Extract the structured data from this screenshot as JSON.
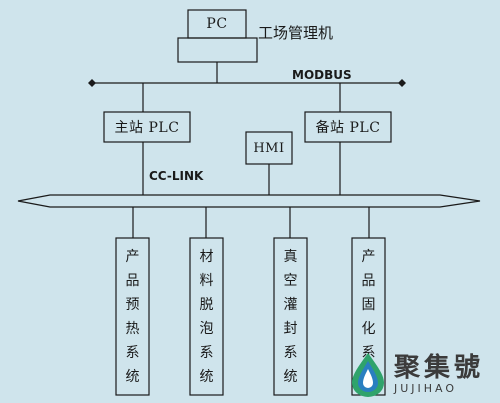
{
  "pc": {
    "label": "PC",
    "caption": "工场管理机"
  },
  "modbus": {
    "label": "MODBUS"
  },
  "master_plc": {
    "label": "主站 PLC"
  },
  "backup_plc": {
    "label": "备站 PLC"
  },
  "hmi": {
    "label": "HMI"
  },
  "cclink": {
    "label": "CC-LINK"
  },
  "subsystems": [
    {
      "label": "产品预热系统"
    },
    {
      "label": "材料脱泡系统"
    },
    {
      "label": "真空灌封系统"
    },
    {
      "label": "产品固化系统"
    }
  ],
  "watermark": {
    "cn": "聚集號",
    "en": "JUJIHAO",
    "logo": "droplet-logo-icon"
  },
  "colors": {
    "background": "#cfe4ec",
    "line": "#1a1a1a",
    "logo_green": "#2fa36b",
    "logo_blue": "#2a7fc0"
  }
}
